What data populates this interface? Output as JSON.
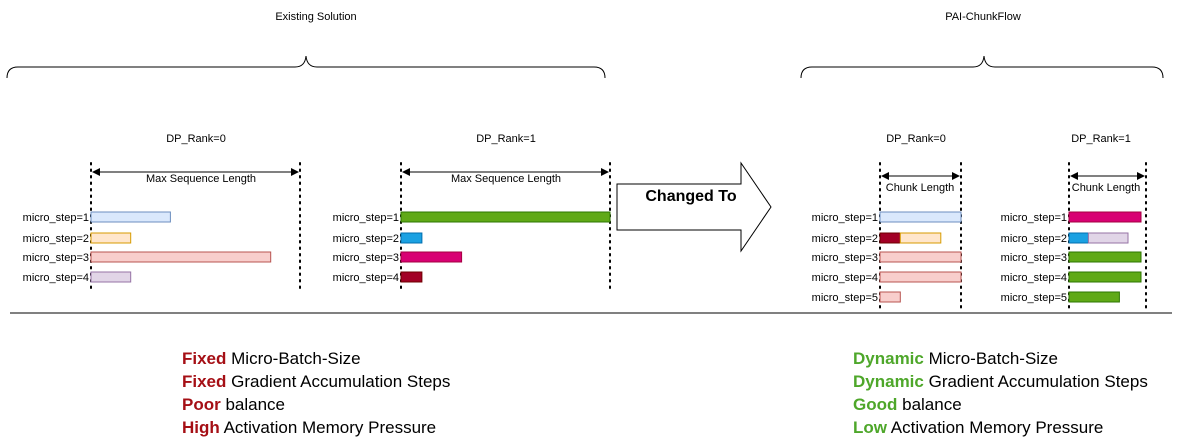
{
  "left_panel": {
    "title": "Existing Solution",
    "ranks": [
      {
        "label": "DP_Rank=0",
        "width_label": "Max Sequence Length",
        "steps": [
          {
            "label": "micro_step=1",
            "segments": [
              {
                "fraction": 0.38,
                "fill": "#dae8fc",
                "stroke": "#6c8ebf"
              }
            ]
          },
          {
            "label": "micro_step=2",
            "segments": [
              {
                "fraction": 0.19,
                "fill": "#ffe6cc",
                "stroke": "#d79b00"
              }
            ]
          },
          {
            "label": "micro_step=3",
            "segments": [
              {
                "fraction": 0.86,
                "fill": "#f8cecc",
                "stroke": "#b85450"
              }
            ]
          },
          {
            "label": "micro_step=4",
            "segments": [
              {
                "fraction": 0.19,
                "fill": "#e1d5e7",
                "stroke": "#9673a6"
              }
            ]
          }
        ]
      },
      {
        "label": "DP_Rank=1",
        "width_label": "Max Sequence Length",
        "steps": [
          {
            "label": "micro_step=1",
            "segments": [
              {
                "fraction": 1.0,
                "fill": "#60a917",
                "stroke": "#2d7600"
              }
            ]
          },
          {
            "label": "micro_step=2",
            "segments": [
              {
                "fraction": 0.1,
                "fill": "#1ba1e2",
                "stroke": "#006eaf"
              }
            ]
          },
          {
            "label": "micro_step=3",
            "segments": [
              {
                "fraction": 0.29,
                "fill": "#d80073",
                "stroke": "#a50040"
              }
            ]
          },
          {
            "label": "micro_step=4",
            "segments": [
              {
                "fraction": 0.1,
                "fill": "#a20025",
                "stroke": "#6f0000"
              }
            ]
          }
        ]
      }
    ]
  },
  "arrow_label": "Changed To",
  "right_panel": {
    "title": "PAI-ChunkFlow",
    "ranks": [
      {
        "label": "DP_Rank=0",
        "width_label": "Chunk Length",
        "steps": [
          {
            "label": "micro_step=1",
            "segments": [
              {
                "fraction": 1.0,
                "fill": "#dae8fc",
                "stroke": "#6c8ebf"
              }
            ]
          },
          {
            "label": "micro_step=2",
            "segments": [
              {
                "fraction": 0.25,
                "fill": "#a20025",
                "stroke": "#6f0000"
              },
              {
                "fraction": 0.5,
                "fill": "#ffe6cc",
                "stroke": "#d79b00"
              }
            ]
          },
          {
            "label": "micro_step=3",
            "segments": [
              {
                "fraction": 1.0,
                "fill": "#f8cecc",
                "stroke": "#b85450"
              }
            ]
          },
          {
            "label": "micro_step=4",
            "segments": [
              {
                "fraction": 1.0,
                "fill": "#f8cecc",
                "stroke": "#b85450"
              }
            ]
          },
          {
            "label": "micro_step=5",
            "segments": [
              {
                "fraction": 0.25,
                "fill": "#f8cecc",
                "stroke": "#b85450"
              }
            ]
          }
        ]
      },
      {
        "label": "DP_Rank=1",
        "width_label": "Chunk Length",
        "steps": [
          {
            "label": "micro_step=1",
            "segments": [
              {
                "fraction": 1.0,
                "fill": "#d80073",
                "stroke": "#a50040"
              }
            ]
          },
          {
            "label": "micro_step=2",
            "segments": [
              {
                "fraction": 0.27,
                "fill": "#1ba1e2",
                "stroke": "#006eaf"
              },
              {
                "fraction": 0.55,
                "fill": "#e1d5e7",
                "stroke": "#9673a6"
              }
            ]
          },
          {
            "label": "micro_step=3",
            "segments": [
              {
                "fraction": 1.0,
                "fill": "#60a917",
                "stroke": "#2d7600"
              }
            ]
          },
          {
            "label": "micro_step=4",
            "segments": [
              {
                "fraction": 1.0,
                "fill": "#60a917",
                "stroke": "#2d7600"
              }
            ]
          },
          {
            "label": "micro_step=5",
            "segments": [
              {
                "fraction": 0.7,
                "fill": "#60a917",
                "stroke": "#2d7600"
              }
            ]
          }
        ]
      }
    ]
  },
  "left_notes": [
    {
      "keyword": "Fixed",
      "text": " Micro-Batch-Size"
    },
    {
      "keyword": "Fixed",
      "text": " Gradient Accumulation Steps"
    },
    {
      "keyword": "Poor",
      "text": " balance"
    },
    {
      "keyword": "High",
      "text": " Activation Memory Pressure"
    }
  ],
  "right_notes": [
    {
      "keyword": "Dynamic",
      "text": " Micro-Batch-Size"
    },
    {
      "keyword": "Dynamic",
      "text": " Gradient Accumulation Steps"
    },
    {
      "keyword": "Good",
      "text": " balance"
    },
    {
      "keyword": "Low",
      "text": " Activation Memory Pressure"
    }
  ],
  "colors": {
    "bad": "#a50f15",
    "good": "#4ea72a"
  }
}
